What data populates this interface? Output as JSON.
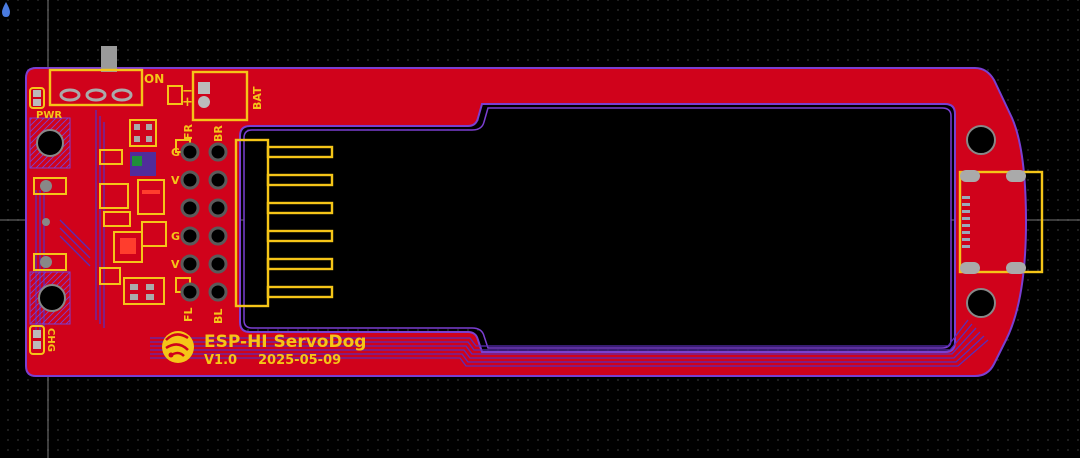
{
  "board": {
    "title": "ESP-HI ServoDog",
    "version": "V1.0",
    "date": "2025-05-09"
  },
  "silkscreen": {
    "switch_on": "ON",
    "power": "PWR",
    "battery": "BAT",
    "bat_minus": "−",
    "bat_plus": "+",
    "charge": "CHG",
    "servo_fr": "FR",
    "servo_br": "BR",
    "servo_fl": "FL",
    "servo_bl": "BL",
    "pin_g1": "G",
    "pin_v1": "V",
    "pin_g2": "G",
    "pin_v2": "V"
  },
  "colors": {
    "background": "#000000",
    "copper_top": "#d0021b",
    "silkscreen": "#f5c518",
    "outline": "#7b3fd1",
    "pad": "#b5b5b5"
  },
  "icons": {
    "logo": "espressif-logo-icon",
    "corner": "water-drop-icon"
  }
}
